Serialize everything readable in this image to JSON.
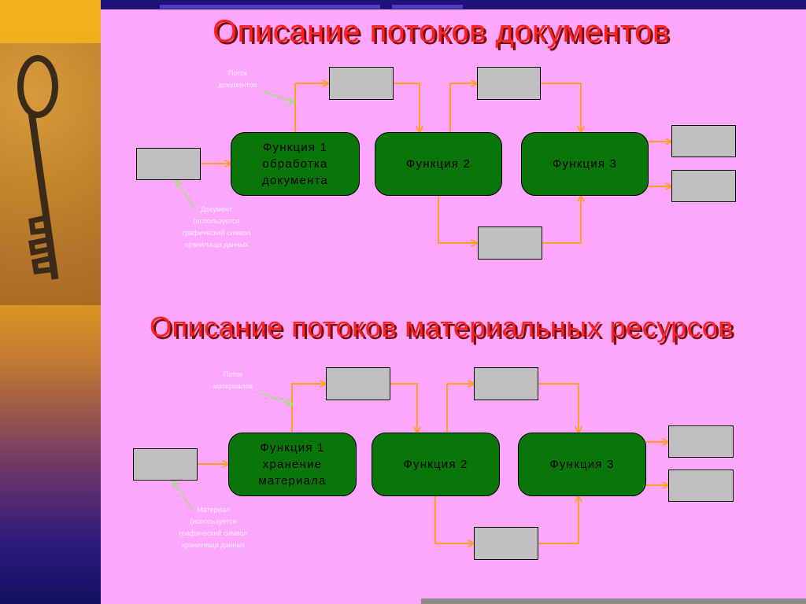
{
  "section_documents": {
    "title": "Описание  потоков документов",
    "flow_label": "Поток\nдокументов",
    "source_note": "Документ\n(используется\nграфический символ\nхранилища данных",
    "functions": [
      "Функция 1\nобработка\nдокумента",
      "Функция 2",
      "Функция 3"
    ]
  },
  "section_materials": {
    "title": "Описание  потоков материальных  ресурсов",
    "flow_label": "Поток\nматериалов",
    "source_note": "Материал\n(используется\nграфический символ\nхранилища данных",
    "functions": [
      "Функция 1\nхранение\nматериала",
      "Функция 2",
      "Функция 3"
    ]
  },
  "colors": {
    "background": "#fca6fc",
    "title": "#ff2020",
    "function_fill": "#0a760a",
    "store_fill": "#c0c0c0",
    "arrow": "#ffa020",
    "note_arrow": "#a0e080"
  }
}
